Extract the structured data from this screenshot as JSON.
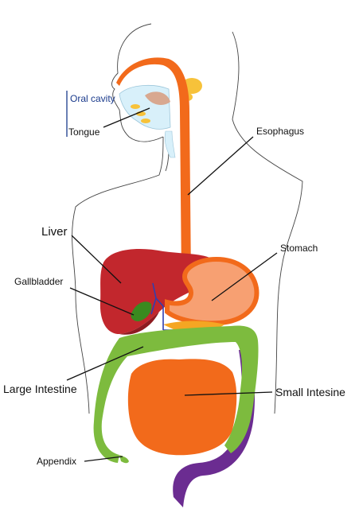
{
  "labels": {
    "oral_cavity": "Oral cavity",
    "tongue": "Tongue",
    "esophagus": "Esophagus",
    "liver": "Liver",
    "stomach": "Stomach",
    "gallbladder": "Gallbladder",
    "large_intestine": "Large Intestine",
    "small_intestine": "Small Intesine",
    "appendix": "Appendix"
  },
  "colors": {
    "esophagus": "#f26a1b",
    "stomach_fill": "#f7a072",
    "liver": "#c2272d",
    "liver_dark": "#8e1b21",
    "gallbladder": "#3a8a1f",
    "large_intestine": "#7dbb3e",
    "small_intestine": "#f26a1b",
    "rectum": "#6b2c91",
    "pancreas": "#f5a623",
    "salivary": "#f7c23a",
    "oral": "#d8f0fa",
    "tongue": "#d8a890",
    "bile_duct": "#2f3fb0"
  }
}
